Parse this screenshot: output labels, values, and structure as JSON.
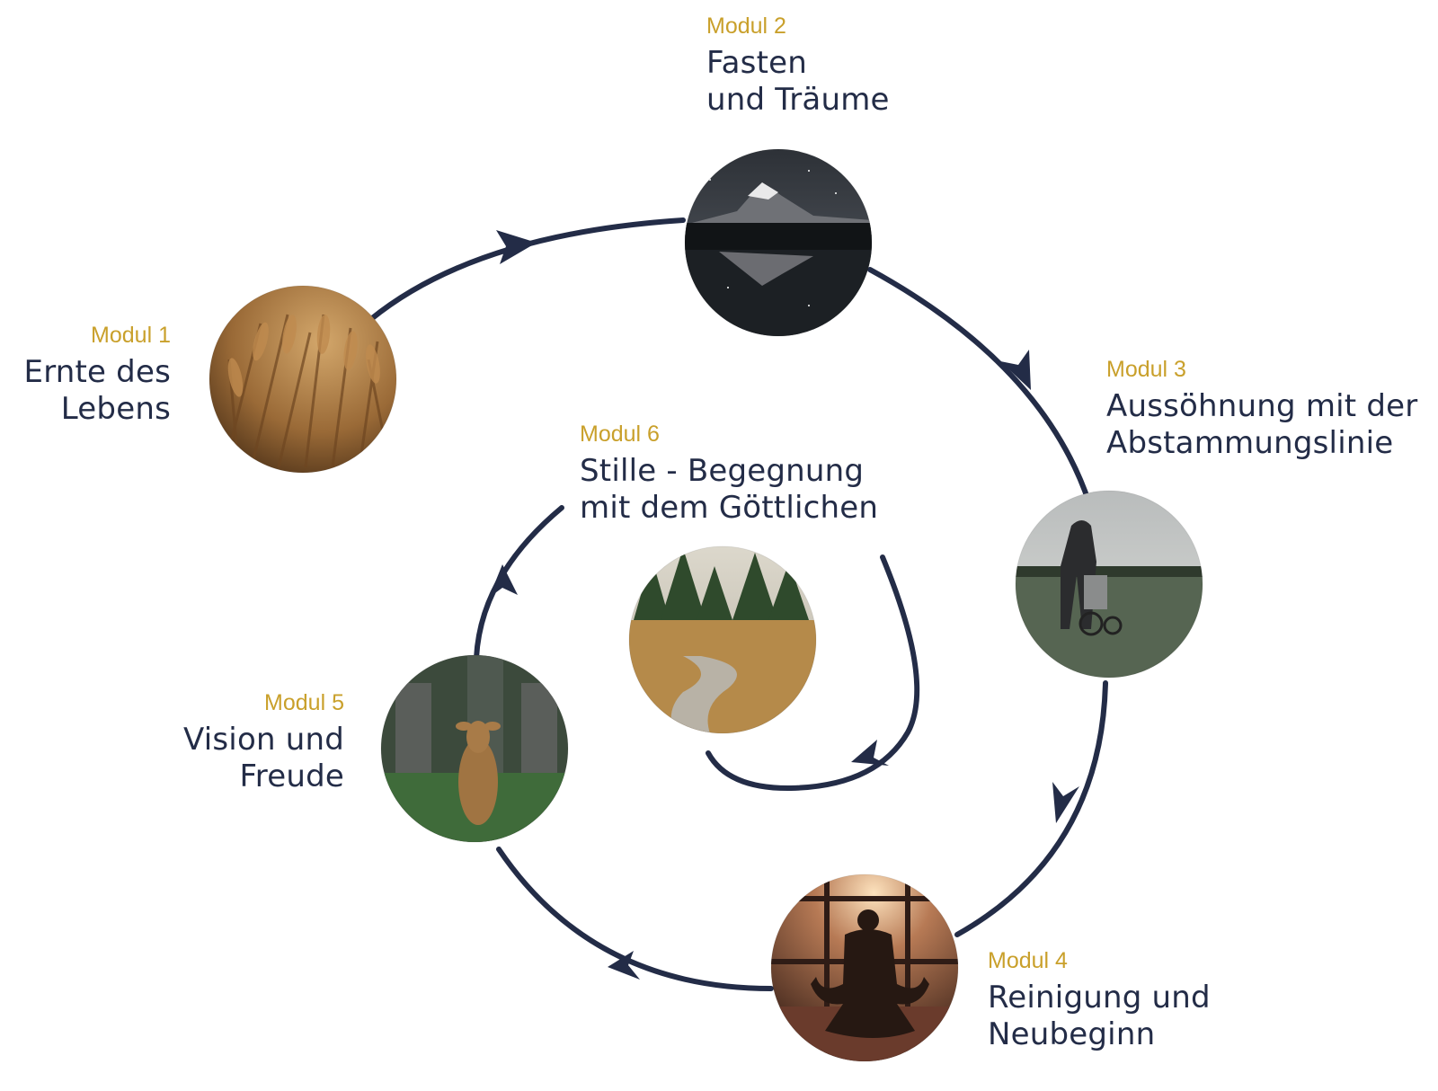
{
  "colors": {
    "arrow": "#232c47",
    "module_label": "#c9a02b",
    "title": "#232c47"
  },
  "modules": [
    {
      "label": "Modul 1",
      "title_lines": [
        "Ernte des",
        "Lebens"
      ],
      "image": "wheat-field-photo"
    },
    {
      "label": "Modul 2",
      "title_lines": [
        "Fasten",
        "und Träume"
      ],
      "image": "mountain-lake-night-photo"
    },
    {
      "label": "Modul 3",
      "title_lines": [
        "Aussöhnung mit der",
        "Abstammungslinie"
      ],
      "image": "wheelchair-field-photo"
    },
    {
      "label": "Modul 4",
      "title_lines": [
        "Reinigung und",
        "Neubeginn"
      ],
      "image": "meditation-window-photo"
    },
    {
      "label": "Modul 5",
      "title_lines": [
        "Vision und",
        "Freude"
      ],
      "image": "deer-shrine-photo"
    },
    {
      "label": "Modul 6",
      "title_lines": [
        "Stille - Begegnung",
        "mit dem Göttlichen"
      ],
      "image": "boardwalk-forest-photo"
    }
  ]
}
